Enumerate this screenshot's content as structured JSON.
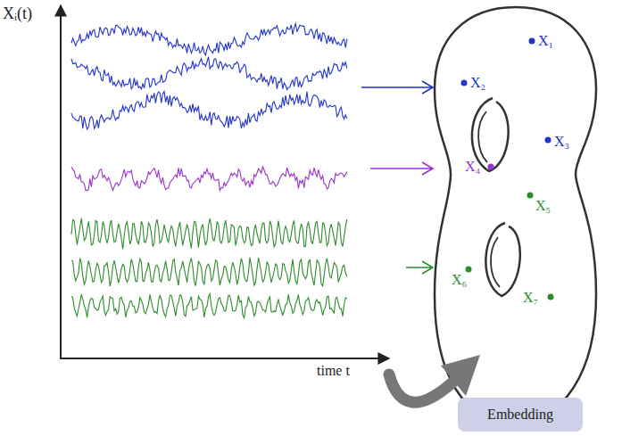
{
  "diagram": {
    "nodes": [
      {
        "text": [
          "Embedding"
        ]
      }
    ],
    "labels": [
      "Xᵢ(t)",
      "time t",
      "X₁",
      "X₂",
      "X₃",
      "X₄",
      "X₅",
      "X₆",
      "X₇"
    ]
  }
}
